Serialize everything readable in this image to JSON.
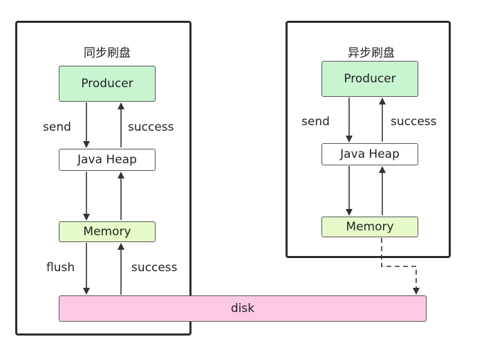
{
  "sync": {
    "title": "同步刷盘",
    "producer": "Producer",
    "heap": "Java Heap",
    "memory": "Memory",
    "send": "send",
    "success_top": "success",
    "flush": "flush",
    "success_bottom": "success"
  },
  "async": {
    "title": "异步刷盘",
    "producer": "Producer",
    "heap": "Java Heap",
    "memory": "Memory",
    "send": "send",
    "success_top": "success"
  },
  "disk": {
    "label": "disk"
  },
  "colors": {
    "producer": "#c8f5cf",
    "memory": "#e6fbc9",
    "disk": "#fbc9e4",
    "frame": "#2b2b2b"
  }
}
